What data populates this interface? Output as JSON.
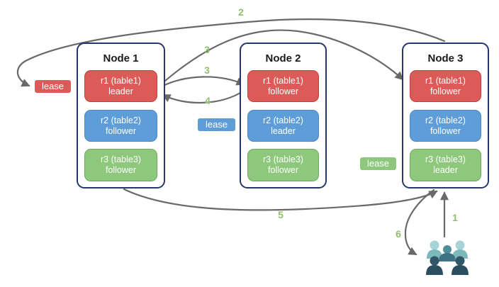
{
  "nodes": [
    {
      "title": "Node 1",
      "replicas": [
        {
          "range": "r1 (table1)",
          "role": "leader",
          "color": "#DC5B59"
        },
        {
          "range": "r2 (table2)",
          "role": "follower",
          "color": "#5F9DD9"
        },
        {
          "range": "r3 (table3)",
          "role": "follower",
          "color": "#8DC87D"
        }
      ]
    },
    {
      "title": "Node 2",
      "replicas": [
        {
          "range": "r1 (table1)",
          "role": "follower",
          "color": "#DC5B59"
        },
        {
          "range": "r2 (table2)",
          "role": "leader",
          "color": "#5F9DD9"
        },
        {
          "range": "r3 (table3)",
          "role": "follower",
          "color": "#8DC87D"
        }
      ]
    },
    {
      "title": "Node 3",
      "replicas": [
        {
          "range": "r1 (table1)",
          "role": "follower",
          "color": "#DC5B59"
        },
        {
          "range": "r2 (table2)",
          "role": "follower",
          "color": "#5F9DD9"
        },
        {
          "range": "r3 (table3)",
          "role": "leader",
          "color": "#8DC87D"
        }
      ]
    }
  ],
  "leases": [
    {
      "label": "lease",
      "color": "#DC5B59"
    },
    {
      "label": "lease",
      "color": "#5F9DD9"
    },
    {
      "label": "lease",
      "color": "#8DC87D"
    }
  ],
  "steps": {
    "s1": "1",
    "s2": "2",
    "s3a": "3",
    "s3b": "3",
    "s4": "4",
    "s5": "5",
    "s6": "6"
  },
  "icons": {
    "clients": "users-group-icon"
  },
  "colors": {
    "replica_red": "#DC5B59",
    "replica_blue": "#5F9DD9",
    "replica_green": "#8DC87D",
    "node_border": "#26376B",
    "arrow": "#696969",
    "step_label": "#8FC06B"
  }
}
